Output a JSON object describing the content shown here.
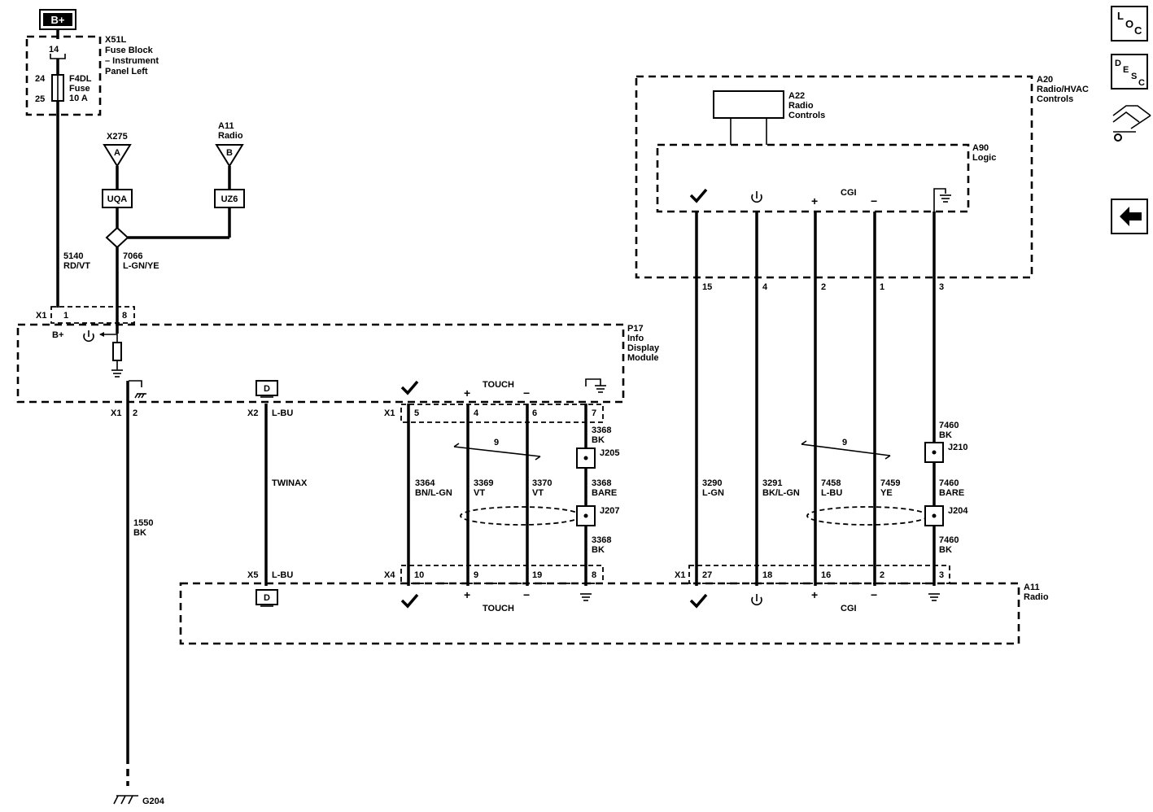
{
  "power": {
    "bplus": "B+"
  },
  "fuse_block": {
    "id": "X51L",
    "line1": "Fuse Block",
    "line2": "– Instrument",
    "line3": "Panel Left",
    "pin_top": "14",
    "pin_a": "24",
    "pin_b": "25",
    "fuse_id": "F4DL",
    "fuse_word": "Fuse",
    "fuse_rating": "10 A"
  },
  "x275": {
    "id": "X275",
    "letter": "A",
    "code": "UQA"
  },
  "a11_ref": {
    "id": "A11",
    "name": "Radio",
    "letter": "B",
    "code": "UZ6"
  },
  "wire_5140": {
    "num": "5140",
    "color": "RD/VT"
  },
  "wire_7066": {
    "num": "7066",
    "color": "L-GN/YE"
  },
  "p17": {
    "id": "P17",
    "line1": "Info",
    "line2": "Display",
    "line3": "Module",
    "bplus": "B+",
    "x1": "X1",
    "x1_pin1": "1",
    "x1_pin2": "8"
  },
  "p17_bottom": {
    "x1": "X1",
    "pin_gnd": "2",
    "x2": "X2",
    "x2_color": "L-BU",
    "x1b": "X1",
    "pin_a": "5",
    "pin_b": "4",
    "pin_c": "6",
    "pin_d": "7",
    "touch": "TOUCH"
  },
  "ground_wire": {
    "num": "1550",
    "color": "BK",
    "ground_id": "G204"
  },
  "twinax": "TWINAX",
  "touch_wires": {
    "twist": "9",
    "w1_num": "3364",
    "w1_color": "BN/L-GN",
    "w2_num": "3369",
    "w2_color": "VT",
    "w3_num": "3370",
    "w3_color": "VT",
    "drain_top_num": "3368",
    "drain_top_color": "BK",
    "j205": "J205",
    "drain_mid_num": "3368",
    "drain_mid_color": "BARE",
    "j207": "J207",
    "drain_bot_num": "3368",
    "drain_bot_color": "BK"
  },
  "a20": {
    "id": "A20",
    "line1": "Radio/HVAC",
    "line2": "Controls",
    "a22_id": "A22",
    "a22_line1": "Radio",
    "a22_line2": "Controls",
    "a90_id": "A90",
    "a90_name": "Logic",
    "cgi": "CGI",
    "pin15": "15",
    "pin4": "4",
    "pin2": "2",
    "pin1": "1",
    "pin3": "3"
  },
  "cgi_wires": {
    "twist": "9",
    "w1_num": "3290",
    "w1_color": "L-GN",
    "w2_num": "3291",
    "w2_color": "BK/L-GN",
    "w3_num": "7458",
    "w3_color": "L-BU",
    "w4_num": "7459",
    "w4_color": "YE",
    "drain_top_num": "7460",
    "drain_top_color": "BK",
    "j210": "J210",
    "drain_mid_num": "7460",
    "drain_mid_color": "BARE",
    "j204": "J204",
    "drain_bot_num": "7460",
    "drain_bot_color": "BK"
  },
  "radio": {
    "id": "A11",
    "name": "Radio",
    "x5": "X5",
    "x5_color": "L-BU",
    "x4": "X4",
    "x4_p1": "10",
    "x4_p2": "9",
    "x4_p3": "19",
    "x4_p4": "8",
    "touch": "TOUCH",
    "x1": "X1",
    "x1_p1": "27",
    "x1_p2": "18",
    "x1_p3": "16",
    "x1_p4": "2",
    "x1_p5": "3",
    "cgi": "CGI"
  },
  "symbols": {
    "d_letter": "D",
    "plus": "+",
    "minus": "−"
  },
  "nav": {
    "loc_l": "L",
    "loc_o": "O",
    "loc_c": "C",
    "desc_d": "D",
    "desc_e": "E",
    "desc_s": "S",
    "desc_c": "C"
  }
}
